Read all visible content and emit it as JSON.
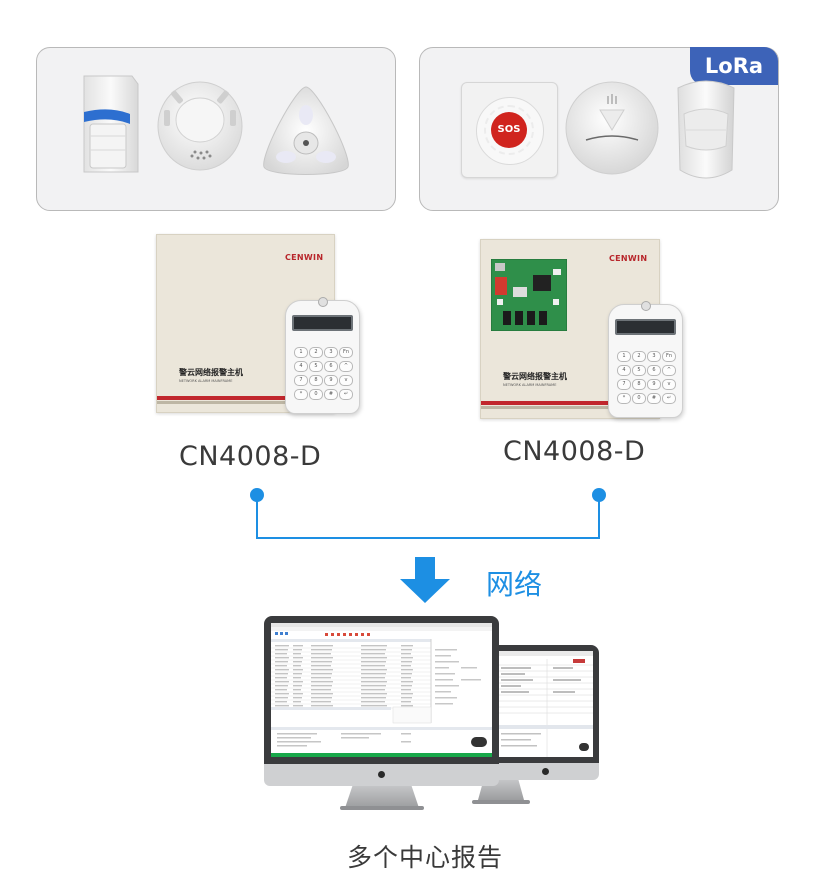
{
  "sensor_groups": [
    {
      "id": "wired",
      "devices": [
        "pir-motion-sensor",
        "smoke-detector",
        "ceiling-pir-sensor"
      ]
    },
    {
      "id": "lora",
      "badge": "LoRa",
      "devices": [
        "sos-button",
        "wireless-smoke-detector",
        "wireless-pir-sensor"
      ],
      "sos_label": "SOS"
    }
  ],
  "panels": [
    {
      "model": "CN4008-D",
      "brand": "CENWIN",
      "title_cn": "警云网络报警主机",
      "title_en": "NETWORK ALARM MAINFRAME",
      "has_board": false
    },
    {
      "model": "CN4008-D",
      "brand": "CENWIN",
      "title_cn": "警云网络报警主机",
      "title_en": "NETWORK ALARM MAINFRAME",
      "has_board": true
    }
  ],
  "keypad_keys": [
    "1",
    "2",
    "3",
    "Fn",
    "4",
    "5",
    "6",
    "^",
    "7",
    "8",
    "9",
    "v",
    "*",
    "0",
    "#",
    "↵"
  ],
  "network_label": "网络",
  "caption": "多个中心报告",
  "colors": {
    "accent_blue": "#1d8fe3",
    "lora_badge": "#3d63b8",
    "brand_red": "#b8262b",
    "sos_red": "#d0241e"
  }
}
